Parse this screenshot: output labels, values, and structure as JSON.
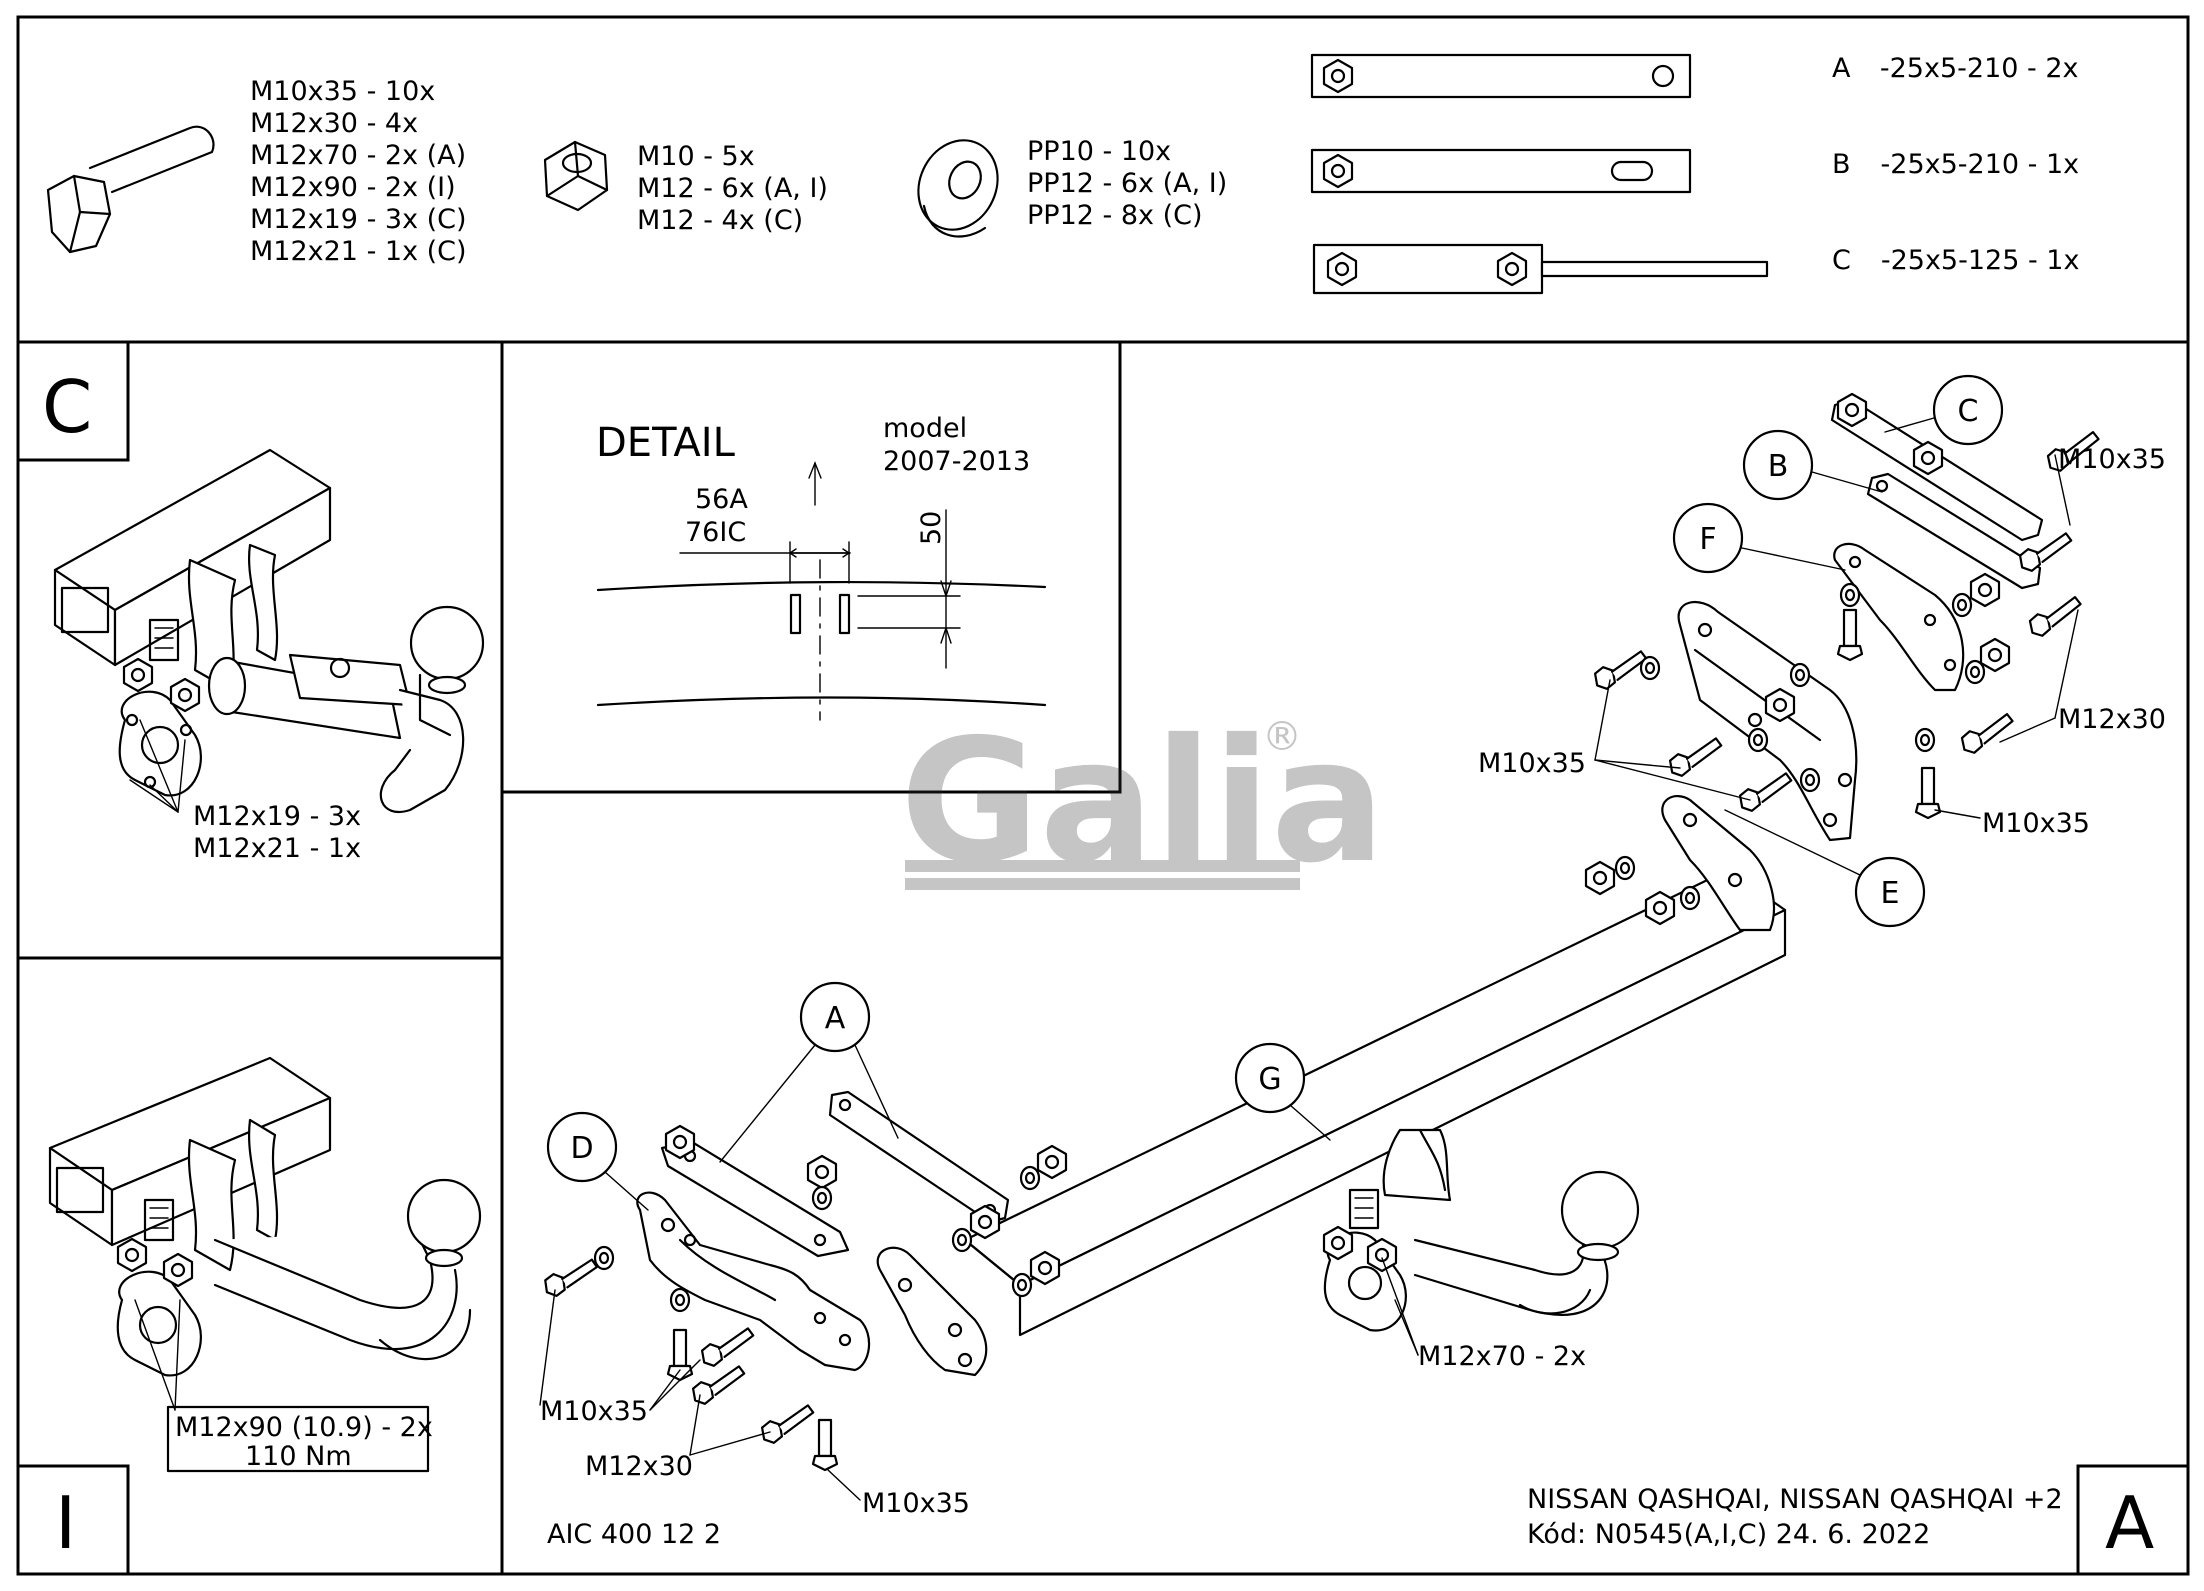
{
  "parts_list": {
    "bolts": [
      "M10x35 - 10x",
      "M12x30 - 4x",
      "M12x70 - 2x (A)",
      "M12x90 - 2x (I)",
      "M12x19 - 3x (C)",
      "M12x21 - 1x (C)"
    ],
    "nuts": [
      "M10 - 5x",
      "M12 - 6x (A, I)",
      "M12 - 4x (C)"
    ],
    "washers": [
      "PP10 - 10x",
      "PP12 - 6x (A, I)",
      "PP12 - 8x (C)"
    ],
    "plates": [
      {
        "letter": "A",
        "spec": "-25x5-210  -  2x"
      },
      {
        "letter": "B",
        "spec": "-25x5-210  -  1x"
      },
      {
        "letter": "C",
        "spec": "-25x5-125  -  1x"
      }
    ]
  },
  "variant_c": {
    "letter": "C",
    "bolt_label_1": "M12x19 - 3x",
    "bolt_label_2": "M12x21 - 1x"
  },
  "variant_i": {
    "letter": "I",
    "bolt_label_1": "M12x90 (10.9) - 2x",
    "bolt_label_2": "110 Nm"
  },
  "detail": {
    "title": "DETAIL",
    "model_label": "model",
    "model_years": "2007-2013",
    "code_1": "56A",
    "code_2": "76IC",
    "dimension": "50"
  },
  "watermark": {
    "text": "Galia",
    "mark": "®"
  },
  "main_drawing": {
    "callouts": [
      "A",
      "B",
      "C",
      "D",
      "E",
      "F",
      "G"
    ],
    "bolt_labels": {
      "top_right_bolt": "M10x35",
      "right_bolt_pair": "M12x30",
      "right_lower_bolt": "M10x35",
      "left_bracket_bolts": "M10x35",
      "left_bottom_bolts": "M10x35",
      "left_m12": "M12x30",
      "left_bottom_single": "M10x35",
      "ball_bolts": "M12x70 - 2x"
    }
  },
  "footer": {
    "drawing_code": "AIC 400 12 2",
    "vehicle": "NISSAN QASHQAI, NISSAN QASHQAI +2",
    "code_label": "Kód: N0545(A,I,C)  24. 6. 2022",
    "variant_letter": "A"
  }
}
